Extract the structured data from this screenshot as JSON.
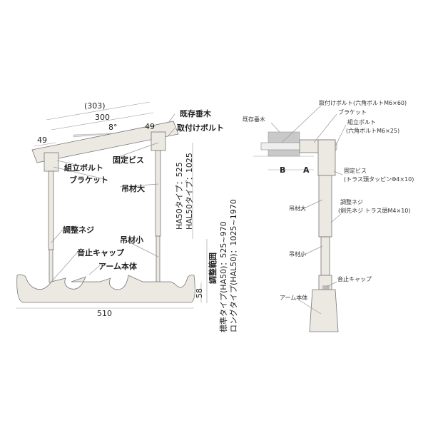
{
  "front_view": {
    "dim_overall_slope": "(303)",
    "dim_bracket_span": "300",
    "dim_angle": "8°",
    "dim_left_offset": "49",
    "dim_right_offset": "49",
    "dim_arm_width": "510",
    "dim_arm_height": "58",
    "labels": {
      "existing_rafter": "既存垂木",
      "mounting_bolt": "取付けボルト",
      "fixing_screw": "固定ビス",
      "assembly_bolt": "組立ボルト",
      "bracket": "ブラケット",
      "large_hanger": "吊材大",
      "adjust_screw": "調整ネジ",
      "small_hanger": "吊材小",
      "noise_cap": "音止キャップ",
      "arm_body": "アーム本体"
    },
    "height_std": "HA50タイプ：525",
    "height_long": "HAL50タイプ：1025",
    "range_title": "調整範囲",
    "range_std": "標準タイプ(HA50)：525~970",
    "range_long": "ロングタイプ(HAL50)：1025~1970"
  },
  "side_view": {
    "labels": {
      "mounting_bolt": "取付けボルト(六角ボルトM6×60)",
      "bracket": "ブラケット",
      "existing_rafter": "既存垂木",
      "assembly_bolt": "組立ボルト",
      "assembly_bolt_spec": "(六角ボルトM6×25)",
      "fixing_screw": "固定ビス",
      "fixing_screw_spec": "(トラス頭タッピンΦ4×10)",
      "large_hanger": "吊材大",
      "adjust_screw": "調整ネジ",
      "adjust_screw_spec": "(剣先ネジ トラス頭M4×10)",
      "small_hanger": "吊材小",
      "noise_cap": "音止キャップ",
      "arm_body": "アーム本体"
    },
    "dim_b": "B",
    "dim_a": "A"
  }
}
